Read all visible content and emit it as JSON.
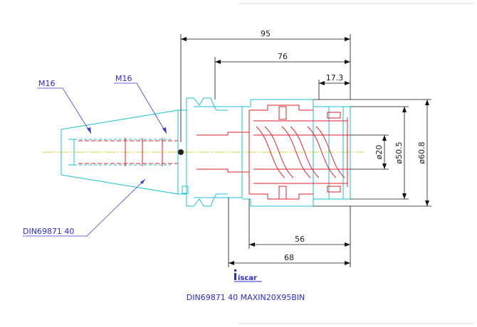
{
  "dimensions": {
    "overall_length": "95",
    "collet_length": "76",
    "nut_width": "17.3",
    "bore_diameter": "ø20",
    "nut_diameter": "ø50.5",
    "outer_diameter": "ø60.8",
    "clamp_length": "56",
    "projection_length": "68"
  },
  "callouts": {
    "thread_left": "M16",
    "thread_right": "M16",
    "standard": "DIN69871 40"
  },
  "title_block": {
    "logo": "iscar",
    "part_name": "DIN69871 40 MAXIN20X95BIN"
  },
  "colors": {
    "shank": "#19c2d6",
    "collet": "#e0202a",
    "dimension": "#111111",
    "callout": "#2b2bd6"
  }
}
